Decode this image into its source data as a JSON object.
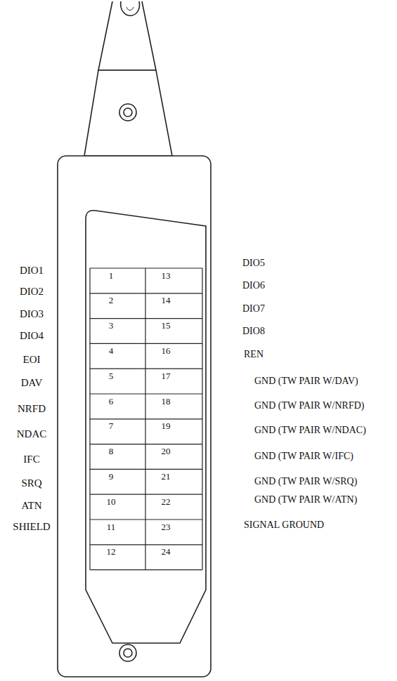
{
  "diagram": {
    "labels": [
      "DIO1",
      "1",
      "13",
      "DIO5",
      "DIO2",
      "2",
      "14",
      "DIO6",
      "DIO3",
      "3",
      "15",
      "DIO7",
      "DIO4",
      "4",
      "16",
      "DIO8",
      "EOI",
      "5",
      "17",
      "REN",
      "DAV",
      "6",
      "18",
      "GND (TW PAIR W/DAV)",
      "NRFD",
      "7",
      "19",
      "GND (TW PAIR W/NRFD)",
      "NDAC",
      "8",
      "20",
      "GND (TW PAIR W/NDAC)",
      "IFC",
      "9",
      "21",
      "GND (TW PAIR W/IFC)",
      "SRQ",
      "10",
      "22",
      "GND (TW PAIR W/SRQ)",
      "ATN",
      "11",
      "23",
      "GND (TW PAIR W/ATN)",
      "SHIELD",
      "12",
      "24",
      "SIGNAL GROUND"
    ]
  }
}
